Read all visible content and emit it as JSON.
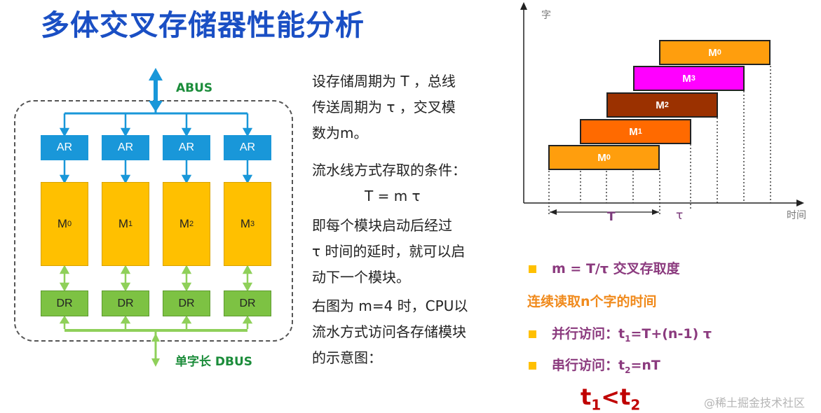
{
  "title": "多体交叉存储器性能分析",
  "diagram": {
    "abus_label": "ABUS",
    "dbus_label": "单字长 DBUS",
    "ar_label": "AR",
    "dr_label": "DR",
    "module_prefix": "M",
    "module_indices": [
      "0",
      "1",
      "2",
      "3"
    ],
    "colors": {
      "ar": "#1997d9",
      "module": "#ffc000",
      "dr": "#7dc243",
      "bus_blue": "#1997d9",
      "bus_green": "#8fd05a"
    }
  },
  "description": {
    "lines": [
      "设存储周期为 T ，总线",
      "传送周期为 τ ，交叉模",
      "数为m。",
      "流水线方式存取的条件：",
      "T = m τ",
      " 即每个模块启动后经过",
      "τ 时间的延时，就可以启",
      "动下一个模块。",
      "右图为 m=4 时，CPU以",
      "流水方式访问各存储模块",
      "的示意图："
    ]
  },
  "timing": {
    "y_axis_label": "字",
    "x_axis_label": "时间",
    "T_label": "T",
    "tau_label": "τ",
    "bars": [
      {
        "module": "M",
        "index": "0",
        "color": "#ff9e0d"
      },
      {
        "module": "M",
        "index": "1",
        "color": "#ff6a00"
      },
      {
        "module": "M",
        "index": "2",
        "color": "#9b3100"
      },
      {
        "module": "M",
        "index": "3",
        "color": "#ff00ff"
      },
      {
        "module": "M",
        "index": "0",
        "color": "#ff9e0d"
      }
    ]
  },
  "bullets": {
    "item1": "m = T/τ  交叉存取度",
    "orange_line": "连续读取n个字的时间",
    "item2_prefix": "并行访问：t",
    "item2_sub": "1",
    "item2_suffix": "=T+(n-1) τ",
    "item3_prefix": "串行访问：t",
    "item3_sub": "2",
    "item3_suffix": "=nT"
  },
  "conclusion": {
    "t": "t",
    "sub1": "1",
    "lt": "<",
    "sub2": "2"
  },
  "watermark": "@稀土掘金技术社区"
}
